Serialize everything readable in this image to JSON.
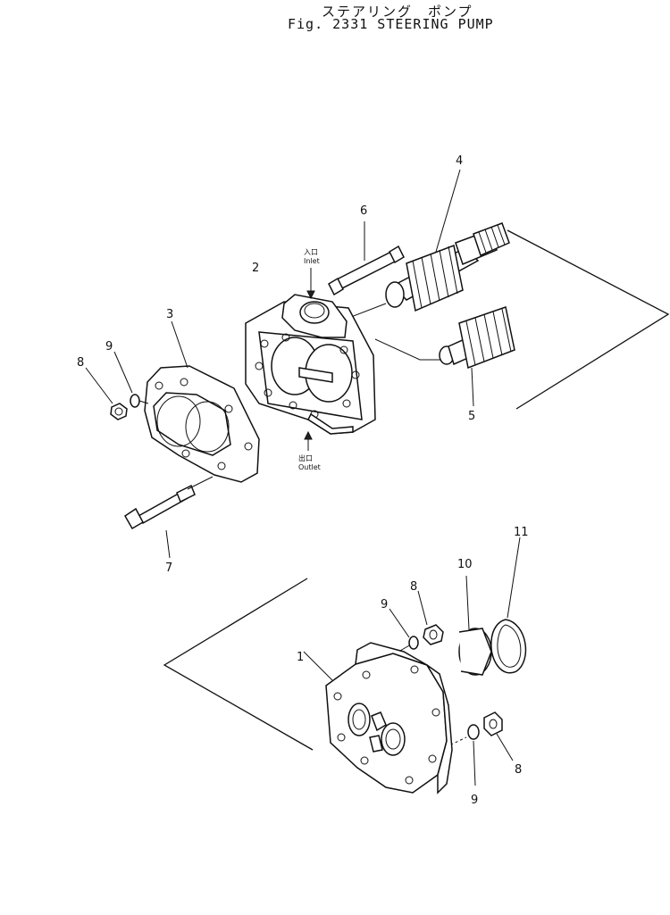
{
  "title_jp": "ステアリング　ポンプ",
  "title_en": "Fig. 2331  STEERING  PUMP",
  "ports": {
    "inlet_jp": "入口",
    "inlet_en": "Inlet",
    "outlet_jp": "出口",
    "outlet_en": "Outlet"
  },
  "callouts": {
    "c1": "1",
    "c2": "2",
    "c3": "3",
    "c4": "4",
    "c5": "5",
    "c6": "6",
    "c7": "7",
    "c8a": "8",
    "c8b": "8",
    "c8c": "8",
    "c9a": "9",
    "c9b": "9",
    "c9c": "9",
    "c10": "10",
    "c11": "11"
  }
}
